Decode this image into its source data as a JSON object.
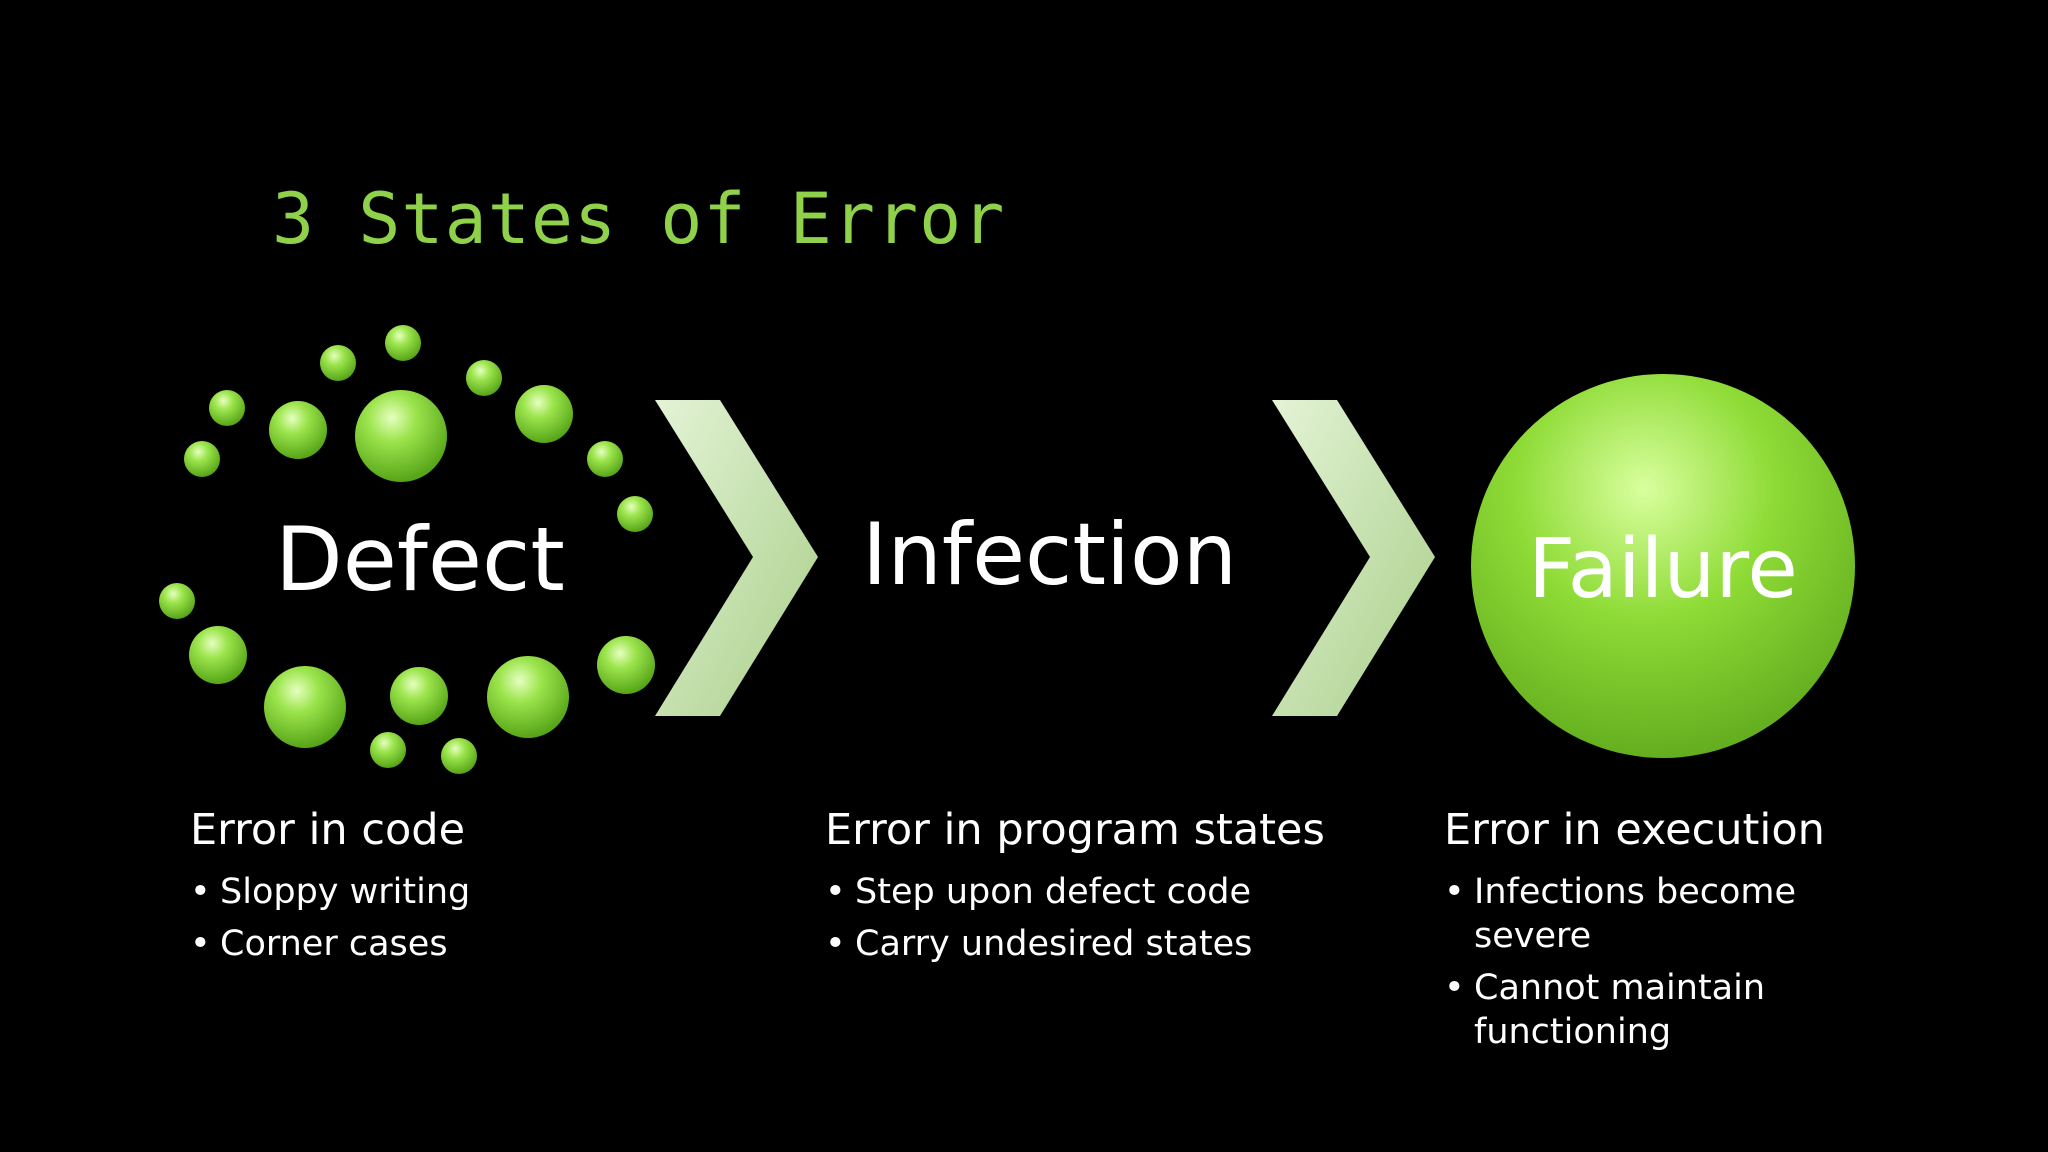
{
  "title": "3 States of Error",
  "stages": {
    "defect": "Defect",
    "infection": "Infection",
    "failure": "Failure"
  },
  "columns": {
    "defect": {
      "heading": "Error in code",
      "bullets": [
        "Sloppy writing",
        "Corner cases"
      ]
    },
    "infection": {
      "heading": "Error in program states",
      "bullets": [
        "Step upon defect code",
        "Carry undesired states"
      ]
    },
    "failure": {
      "heading": "Error in execution",
      "bullets": [
        "Infections become severe",
        "Cannot maintain functioning"
      ]
    }
  },
  "colors": {
    "background": "#000000",
    "title": "#8fd14a",
    "accent": "#7ccd2c",
    "chevron": "#cfe8b8"
  }
}
